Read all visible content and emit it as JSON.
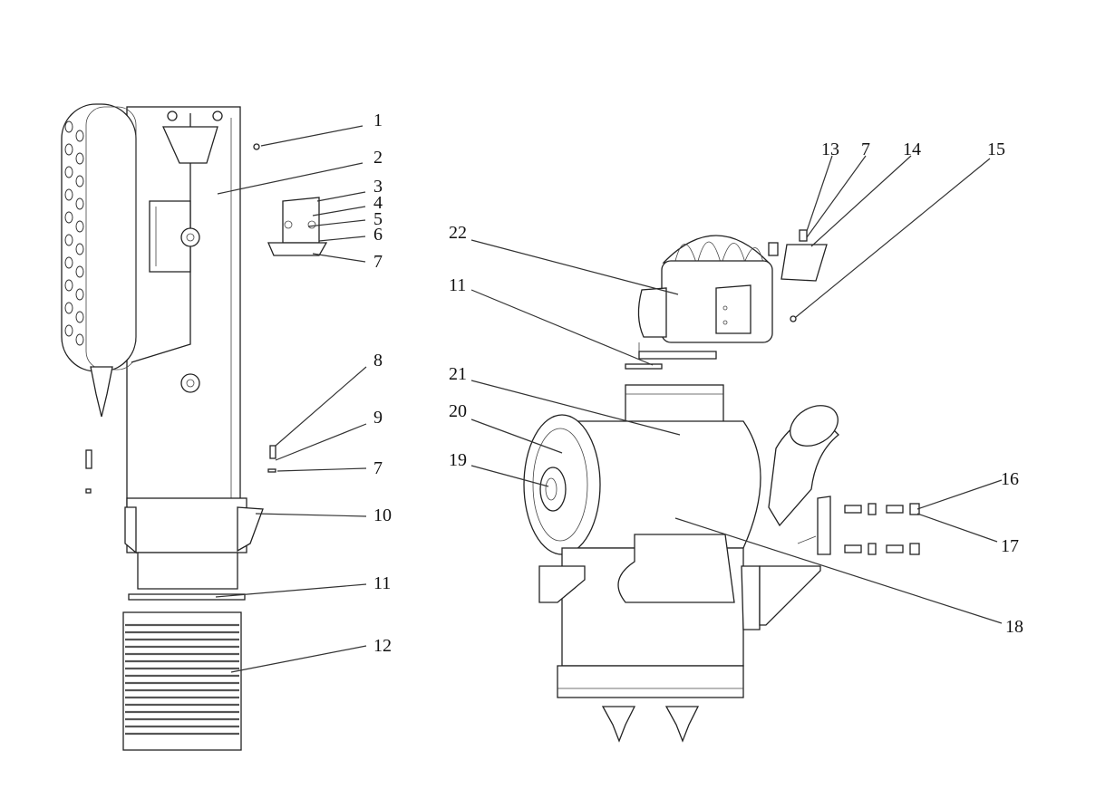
{
  "colors": {
    "line": "#222222",
    "background": "#ffffff",
    "text": "#111111"
  },
  "callouts": {
    "c1": "1",
    "c2": "2",
    "c3": "3",
    "c4": "4",
    "c5": "5",
    "c6": "6",
    "c7a": "7",
    "c8": "8",
    "c9": "9",
    "c7b": "7",
    "c10": "10",
    "c11a": "11",
    "c12": "12",
    "c13": "13",
    "c7c": "7",
    "c14": "14",
    "c15": "15",
    "c22": "22",
    "c11b": "11",
    "c21": "21",
    "c20": "20",
    "c19": "19",
    "c16": "16",
    "c17": "17",
    "c18": "18"
  }
}
